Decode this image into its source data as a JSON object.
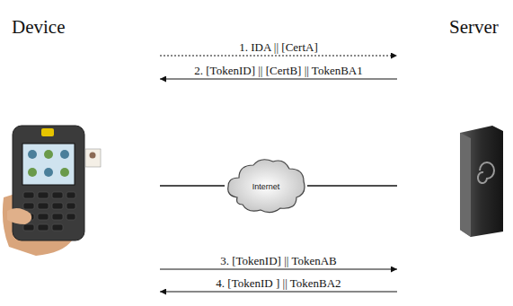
{
  "diagram": {
    "nodes": [
      {
        "text": [
          "Device"
        ]
      },
      {
        "text": [
          "Internet"
        ]
      },
      {
        "text": [
          "Server"
        ]
      }
    ],
    "edges": [
      {
        "from": 0,
        "to": 2,
        "label": "1. IDA || [CertA]",
        "arrow": "to"
      },
      {
        "from": 2,
        "to": 0,
        "label": "2. [TokenID] || [CertB] || TokenBA1",
        "arrow": "to"
      },
      {
        "from": 0,
        "to": 2,
        "label": "3. [TokenID] || TokenAB",
        "arrow": "to"
      },
      {
        "from": 2,
        "to": 0,
        "label": "4. [TokenID ] || TokenBA2",
        "arrow": "to"
      },
      {
        "from": 0,
        "to": 1,
        "arrow": "none"
      },
      {
        "from": 1,
        "to": 2,
        "arrow": "none"
      }
    ]
  }
}
